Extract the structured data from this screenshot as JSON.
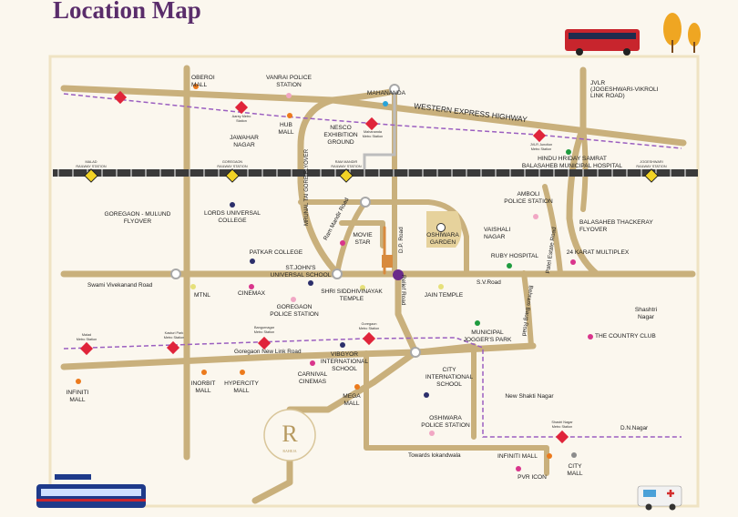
{
  "title": "Location Map",
  "colors": {
    "road": "#c9b07c",
    "rail": "#3a3a3a",
    "metro": "#9b5fc0",
    "frame": "#efe3c3",
    "pin_orange": "#ec7a1c",
    "pin_pink": "#d9358c",
    "pin_navy": "#2c2f6b",
    "pin_green": "#1f9b3f",
    "pin_grey": "#8c8c8c",
    "pin_purple": "#6a2a8a"
  },
  "roads": {
    "western_express_highway": "WESTERN EXPRESS HIGHWAY",
    "swami_vivekanand": "Swami Vivekanand Road",
    "sv_road": "S.V.Road",
    "goregaon_new_link": "Goregaon New Link Road",
    "dn_nagar": "D.N.Nagar",
    "towards_lokhandwala": "Towards lokandwala",
    "ram_mandir_road": "Ram Mandir Road",
    "dp_road": "D.P. Road",
    "relief_road": "Relief Road",
    "behram_baug_road": "Behram Baug Road",
    "patel_estate_road": "Patel Estate Road",
    "mrunal_tai_gore_flyover": "MRUNAL TAI GORE FLYOVER"
  },
  "places": [
    {
      "id": "oberoi",
      "text": "OBEROI\nMALL",
      "icon": "orange"
    },
    {
      "id": "vanrai",
      "text": "VANRAI POLICE\nSTATION",
      "icon": "pink"
    },
    {
      "id": "hub",
      "text": "HUB\nMALL",
      "icon": "orange"
    },
    {
      "id": "mahananda",
      "text": "MAHANANDA",
      "icon": "blue"
    },
    {
      "id": "nesco",
      "text": "NESCO\nEXHIBITION\nGROUND",
      "icon": "none"
    },
    {
      "id": "jawahar",
      "text": "JAWAHAR\nNAGAR",
      "icon": "none"
    },
    {
      "id": "jvlr",
      "text": "JVLR\n(JOGESHWARI-VIKROLI\nLINK ROAD)",
      "icon": "none"
    },
    {
      "id": "hindu",
      "text": "HINDU HRIDAY SAMRAT\nBALASAHEB MUNICIPAL HOSPITAL",
      "icon": "green"
    },
    {
      "id": "amboli",
      "text": "AMBOLI\nPOLICE STATION",
      "icon": "pink"
    },
    {
      "id": "lords",
      "text": "LORDS UNIVERSAL\nCOLLEGE",
      "icon": "navy"
    },
    {
      "id": "ggm",
      "text": "GOREGAON - MULUND\nFLYOVER",
      "icon": "none"
    },
    {
      "id": "moviestar",
      "text": "MOVIE\nSTAR",
      "icon": "pink"
    },
    {
      "id": "oshiwara_garden",
      "text": "OSHIWARA\nGARDEN",
      "icon": "none"
    },
    {
      "id": "vaishali",
      "text": "VAISHALI\nNAGAR",
      "icon": "none"
    },
    {
      "id": "bal_thackeray",
      "text": "BALASAHEB THACKERAY\nFLYOVER",
      "icon": "none"
    },
    {
      "id": "patkar",
      "text": "PATKAR COLLEGE",
      "icon": "navy"
    },
    {
      "id": "stjohns",
      "text": "ST.JOHN'S\nUNIVERSAL SCHOOL",
      "icon": "navy"
    },
    {
      "id": "ruby",
      "text": "RUBY HOSPITAL",
      "icon": "green"
    },
    {
      "id": "karat",
      "text": "24 KARAT MULTIPLEX",
      "icon": "pink"
    },
    {
      "id": "mtnl",
      "text": "MTNL",
      "icon": "yellow"
    },
    {
      "id": "cinemax",
      "text": "CINEMAX",
      "icon": "pink"
    },
    {
      "id": "siddhivinayak",
      "text": "SHRI SIDDHIVINAYAK\nTEMPLE",
      "icon": "yellow"
    },
    {
      "id": "jain",
      "text": "JAIN TEMPLE",
      "icon": "yellow"
    },
    {
      "id": "ggps",
      "text": "GOREGAON\nPOLICE STATION",
      "icon": "pink"
    },
    {
      "id": "shastri",
      "text": "Shashtri\nNagar",
      "icon": "none"
    },
    {
      "id": "municipal",
      "text": "MUNICIPAL\nJOGGER'S PARK",
      "icon": "green"
    },
    {
      "id": "countryclub",
      "text": "THE COUNTRY CLUB",
      "icon": "pink"
    },
    {
      "id": "vibgyor",
      "text": "VIBGYOR\nINTERNATIONAL\nSCHOOL",
      "icon": "navy"
    },
    {
      "id": "infinitiL",
      "text": "INFINITI\nMALL",
      "icon": "orange"
    },
    {
      "id": "inorbit",
      "text": "INORBIT\nMALL",
      "icon": "orange"
    },
    {
      "id": "hypercity",
      "text": "HYPERCITY\nMALL",
      "icon": "orange"
    },
    {
      "id": "carnival",
      "text": "CARNIVAL\nCINEMAS",
      "icon": "pink"
    },
    {
      "id": "megamall",
      "text": "MEGA\nMALL",
      "icon": "orange"
    },
    {
      "id": "cityschool",
      "text": "CITY\nINTERNATIONAL\nSCHOOL",
      "icon": "navy"
    },
    {
      "id": "newshakti",
      "text": "New Shakti Nagar",
      "icon": "none"
    },
    {
      "id": "oshiwara_ps",
      "text": "OSHIWARA\nPOLICE STATION",
      "icon": "pink"
    },
    {
      "id": "infinitiR",
      "text": "INFINITI MALL",
      "icon": "orange"
    },
    {
      "id": "pvr",
      "text": "PVR ICON",
      "icon": "pink"
    },
    {
      "id": "citymall",
      "text": "CITY\nMALL",
      "icon": "grey"
    }
  ],
  "stations": [
    {
      "id": "malad_rly",
      "text": "MALAD\nRAILWAY STATION"
    },
    {
      "id": "goregaon_rly",
      "text": "GOREGAON\nRAILWAY STATION"
    },
    {
      "id": "rammandir_rly",
      "text": "RAM MANDIR\nRAILWAY STATION"
    },
    {
      "id": "jogeshwari_rly",
      "text": "JOGESHWARI\nRAILWAY STATION"
    },
    {
      "id": "aarey_metro",
      "text": "Aarey Metro\nStation"
    },
    {
      "id": "mahananda_metro",
      "text": "Mahananda\nMetro Station"
    },
    {
      "id": "jvlr_metro",
      "text": "JVLR Junction\nMetro Station"
    },
    {
      "id": "malad_metro",
      "text": "Malad\nMetro Station"
    },
    {
      "id": "kasturi_metro",
      "text": "Kasturi Park\nMetro Station"
    },
    {
      "id": "bangur_metro",
      "text": "Bangurnagar\nMetro Station"
    },
    {
      "id": "goregaon_metro",
      "text": "Goregaon\nMetro Station"
    },
    {
      "id": "shastri_metro",
      "text": "Shastri Nagar\nMetro Station"
    }
  ],
  "project_logo": {
    "letter": "R",
    "caption": "RAHEJA"
  }
}
